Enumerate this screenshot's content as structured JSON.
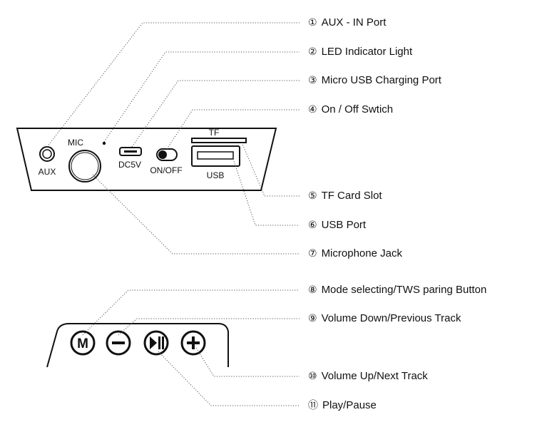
{
  "callouts": [
    {
      "num": "①",
      "text": "AUX - IN Port"
    },
    {
      "num": "②",
      "text": "LED Indicator Light"
    },
    {
      "num": "③",
      "text": "Micro USB Charging Port"
    },
    {
      "num": "④",
      "text": "On / Off Swtich"
    },
    {
      "num": "⑤",
      "text": "TF Card Slot"
    },
    {
      "num": "⑥",
      "text": "USB Port"
    },
    {
      "num": "⑦",
      "text": "Microphone Jack"
    },
    {
      "num": "⑧",
      "text": "Mode selecting/TWS paring Button"
    },
    {
      "num": "⑨",
      "text": "Volume Down/Previous Track"
    },
    {
      "num": "⑩",
      "text": "Volume Up/Next Track"
    },
    {
      "num": "⑪",
      "text": "Play/Pause"
    }
  ],
  "panel": {
    "aux": "AUX",
    "mic": "MIC",
    "dc5v": "DC5V",
    "onoff": "ON/OFF",
    "tf": "TF",
    "usb": "USB"
  },
  "buttons": {
    "mode": "M"
  }
}
